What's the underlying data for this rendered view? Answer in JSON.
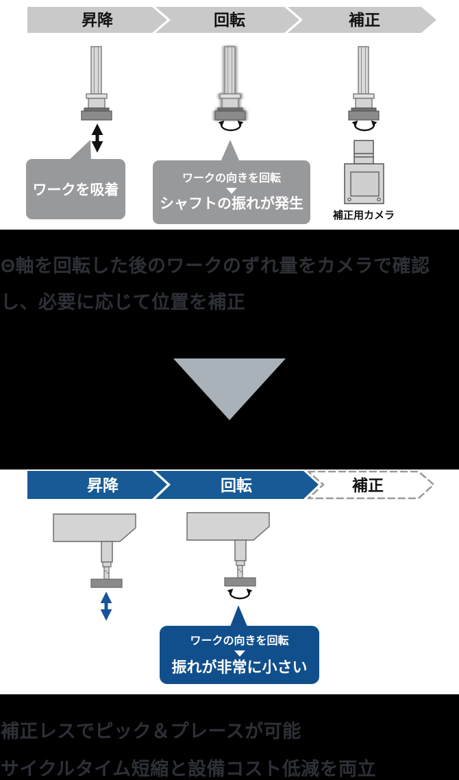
{
  "process_before": {
    "steps": [
      {
        "label": "昇降"
      },
      {
        "label": "回転"
      },
      {
        "label": "補正"
      }
    ],
    "suction_callout": "ワークを吸着",
    "rotation_callout": {
      "line1": "ワークの向きを回転",
      "line2": "シャフトの振れが発生"
    },
    "camera_label": "補正用カメラ"
  },
  "before_summary": {
    "line1": "Θ軸を回転した後のワークのずれ量をカメラで確認",
    "line2": "し、必要に応じて位置を補正"
  },
  "process_after": {
    "steps": [
      {
        "label": "昇降"
      },
      {
        "label": "回転"
      },
      {
        "label": "補正"
      }
    ],
    "rotation_callout": {
      "line1": "ワークの向きを回転",
      "line2": "振れが非常に小さい"
    }
  },
  "after_summary": {
    "line1": "補正レスでピック＆プレースが可能",
    "line2": "サイクルタイム短縮と設備コスト低減を両立"
  },
  "colors": {
    "step_gray": "#c9c9c9",
    "step_blue": "#175a96",
    "callout_gray": "#98999b",
    "callout_blue": "#114f8c",
    "down_triangle": "#a9b1b9",
    "band_text": "#2e3037",
    "band_background": "#000000"
  }
}
